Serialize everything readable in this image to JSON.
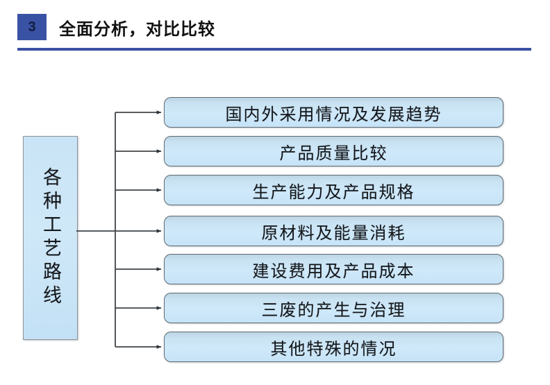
{
  "header": {
    "badge_number": "3",
    "title": "全面分析，对比比较",
    "badge_color": "#3a52a4",
    "rule_color": "#3a52a4",
    "title_color": "#111111"
  },
  "diagram": {
    "root": {
      "label": "各种工艺路线",
      "orientation": "vertical",
      "fill_color": "#cbe6f7",
      "border_color": "#8c9296"
    },
    "connector": {
      "style": "orthogonal-branch-arrows",
      "line_color": "#3f4448",
      "arrow_count": 7
    },
    "leaves": [
      {
        "label": "国内外采用情况及发展趋势"
      },
      {
        "label": "产品质量比较"
      },
      {
        "label": "生产能力及产品规格"
      },
      {
        "label": "原材料及能量消耗"
      },
      {
        "label": "建设费用及产品成本"
      },
      {
        "label": "三废的产生与治理"
      },
      {
        "label": "其他特殊的情况"
      }
    ],
    "leaf_fill_color": "#cbe6f7",
    "leaf_border_color": "#5e6a72"
  }
}
